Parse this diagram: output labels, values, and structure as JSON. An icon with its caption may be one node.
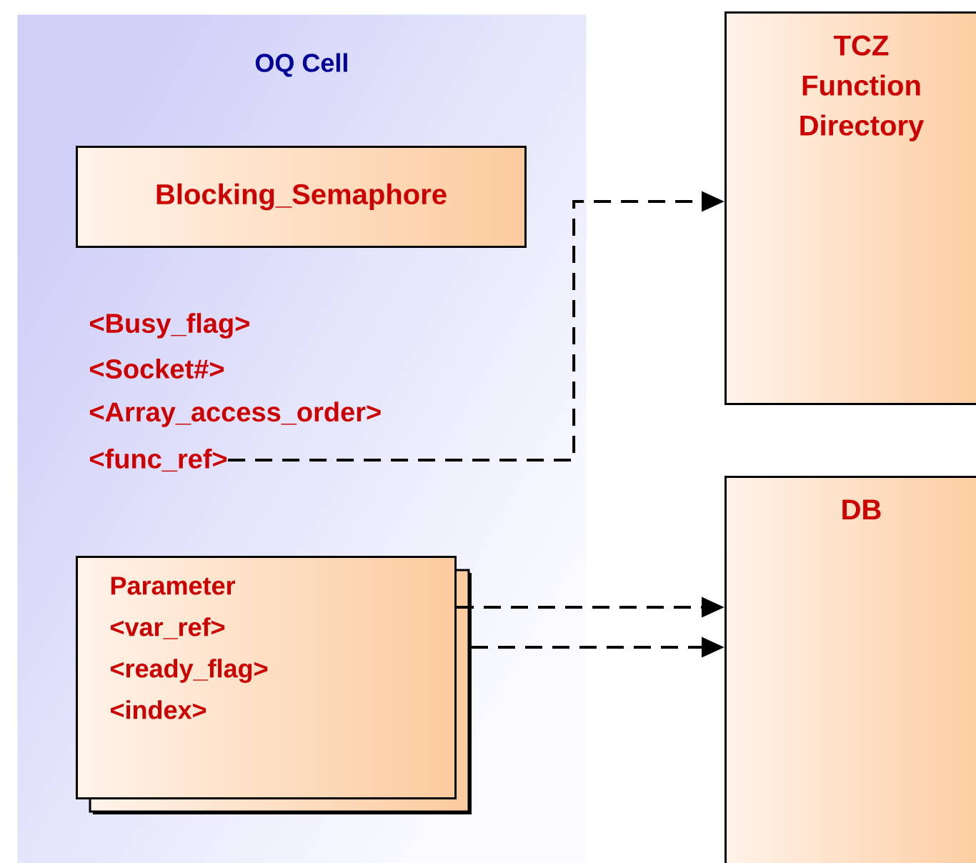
{
  "diagram": {
    "nodes": [
      {
        "text": [
          "OQ Cell"
        ]
      },
      {
        "text": [
          "Blocking_Semaphore"
        ],
        "in": 0
      },
      {
        "text": [
          "<func_ref>"
        ],
        "in": 0
      },
      {
        "text": [
          "Parameter",
          "<var_ref>",
          "<ready_flag>",
          "<index>"
        ],
        "in": 0
      },
      {
        "text": [
          "TCZ Function Directory"
        ]
      },
      {
        "text": [
          "DB"
        ]
      }
    ],
    "edges": [
      {
        "from": 2,
        "to": 4,
        "arrow": "to",
        "style": "dashed"
      },
      {
        "from": 3,
        "to": 5,
        "arrow": "to",
        "style": "dashed"
      },
      {
        "from": 3,
        "to": 5,
        "arrow": "to",
        "style": "dashed"
      }
    ],
    "labels": [
      "<Busy_flag>",
      "<Socket#>",
      "<Array_access_order>"
    ]
  }
}
